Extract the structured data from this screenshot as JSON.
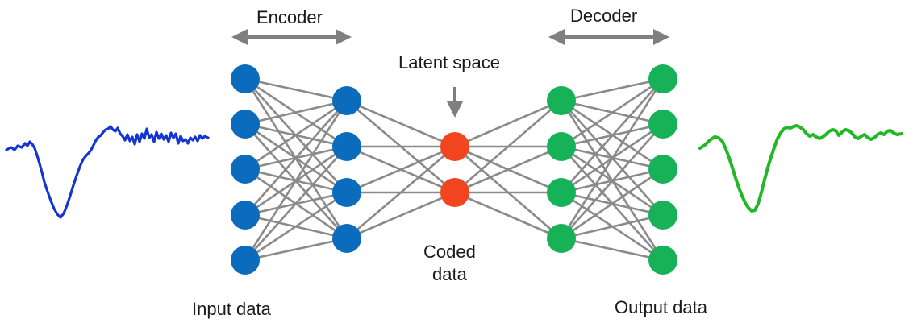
{
  "labels": {
    "encoder": "Encoder",
    "decoder": "Decoder",
    "latent_space": "Latent space",
    "coded_line1": "Coded",
    "coded_line2": "data",
    "input_data": "Input data",
    "output_data": "Output data"
  },
  "network": {
    "layers": [
      {
        "role": "input",
        "nodes": 5,
        "color": "#0b6bbd"
      },
      {
        "role": "encoder-hidden",
        "nodes": 4,
        "color": "#0b6bbd"
      },
      {
        "role": "latent",
        "nodes": 2,
        "color": "#f0451e"
      },
      {
        "role": "decoder-hidden",
        "nodes": 4,
        "color": "#17b257"
      },
      {
        "role": "output",
        "nodes": 5,
        "color": "#17b257"
      }
    ],
    "connections": "fully-connected between adjacent layers",
    "edge_color": "#8a8a8a"
  },
  "colors": {
    "input_signal": "#1434d4",
    "output_signal": "#20b824",
    "arrow": "#7f7f7f"
  }
}
